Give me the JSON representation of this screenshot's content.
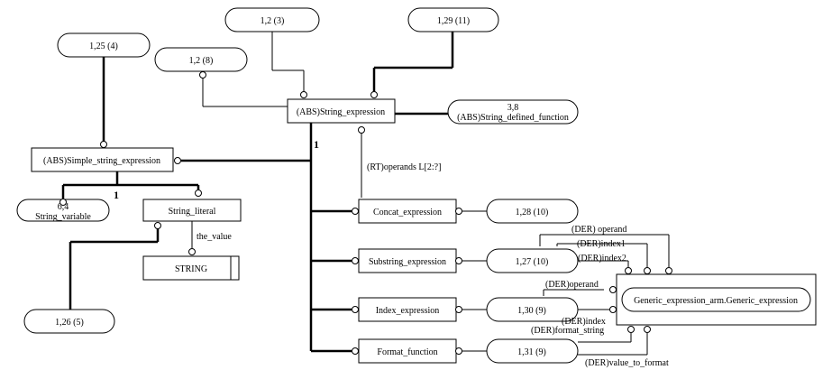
{
  "entities": {
    "string_expression": "(ABS)String_expression",
    "simple_string_expression": "(ABS)Simple_string_expression",
    "string_literal": "String_literal",
    "concat_expression": "Concat_expression",
    "substring_expression": "Substring_expression",
    "index_expression": "Index_expression",
    "format_function": "Format_function",
    "generic_expression": "Generic_expression_arm.Generic_expression"
  },
  "type_box": "STRING",
  "refs": {
    "r_1_25": "1,25 (4)",
    "r_1_2_3": "1,2 (3)",
    "r_1_29": "1,29 (11)",
    "r_1_2_8": "1,2 (8)",
    "r_3_8_num": "3,8",
    "r_3_8_name": "(ABS)String_defined_function",
    "r_6_4_num": "6,4",
    "r_6_4_name": "String_variable",
    "r_1_26": "1,26 (5)",
    "r_1_28": "1,28 (10)",
    "r_1_27": "1,27 (10)",
    "r_1_30": "1,30 (9)",
    "r_1_31": "1,31 (9)"
  },
  "labels": {
    "operands": "(RT)operands L[2:?]",
    "the_value": "the_value",
    "operand_top": "(DER) operand",
    "index1": "(DER)index1",
    "index2": "(DER)index2",
    "operand_mid": "(DER)operand",
    "index": "(DER)index",
    "format_string": "(DER)format_string",
    "value_to_format": "(DER)value_to_format",
    "one_a": "1",
    "one_b": "1"
  }
}
